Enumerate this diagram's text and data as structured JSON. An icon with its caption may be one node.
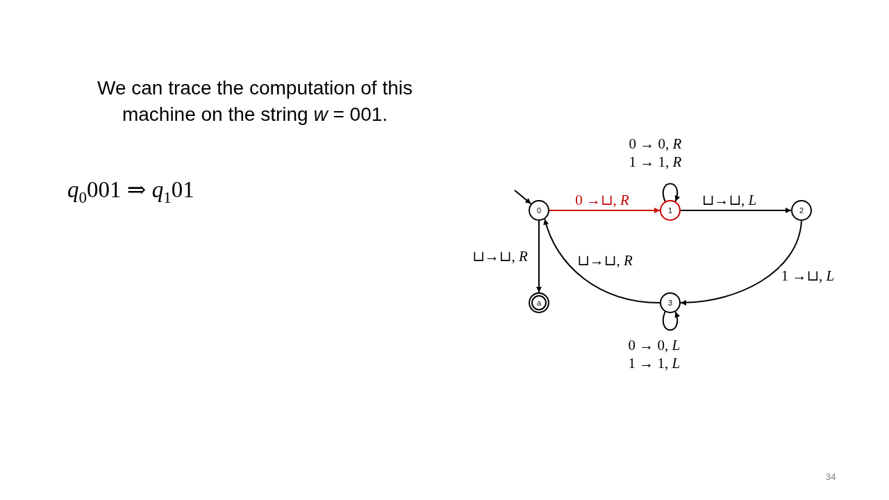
{
  "diagram": {
    "title": "We can trace the computation of this machine on the string *w* = 001.",
    "nodes": [
      {
        "text": [
          "0"
        ]
      },
      {
        "text": [
          "1"
        ]
      },
      {
        "text": [
          "2"
        ]
      },
      {
        "text": [
          "3"
        ]
      },
      {
        "text": [
          "a"
        ]
      }
    ],
    "edges": [
      {
        "from": null,
        "to": 0,
        "arrow": "to"
      },
      {
        "from": 0,
        "to": 1,
        "arrow": "to",
        "label": "0 →⊔, *R*",
        "color": "#cc0000"
      },
      {
        "from": 1,
        "to": 1,
        "arrow": "to",
        "label": "0 → 0, *R* 1 → 1, *R*"
      },
      {
        "from": 1,
        "to": 2,
        "arrow": "to",
        "label": "⊔→⊔, *L*"
      },
      {
        "from": 2,
        "to": 3,
        "arrow": "to",
        "label": "1 →⊔, *L*"
      },
      {
        "from": 3,
        "to": 3,
        "arrow": "to",
        "label": "0 → 0, *L* 1 → 1, *L*"
      },
      {
        "from": 3,
        "to": 0,
        "arrow": "to",
        "label": "⊔→⊔, *R*"
      },
      {
        "from": 0,
        "to": 4,
        "arrow": "to",
        "label": "⊔→⊔, *R*"
      }
    ],
    "labels": [
      "*q*$_{0}$001 ⇒ *q*$_{1}$01",
      "34"
    ]
  }
}
